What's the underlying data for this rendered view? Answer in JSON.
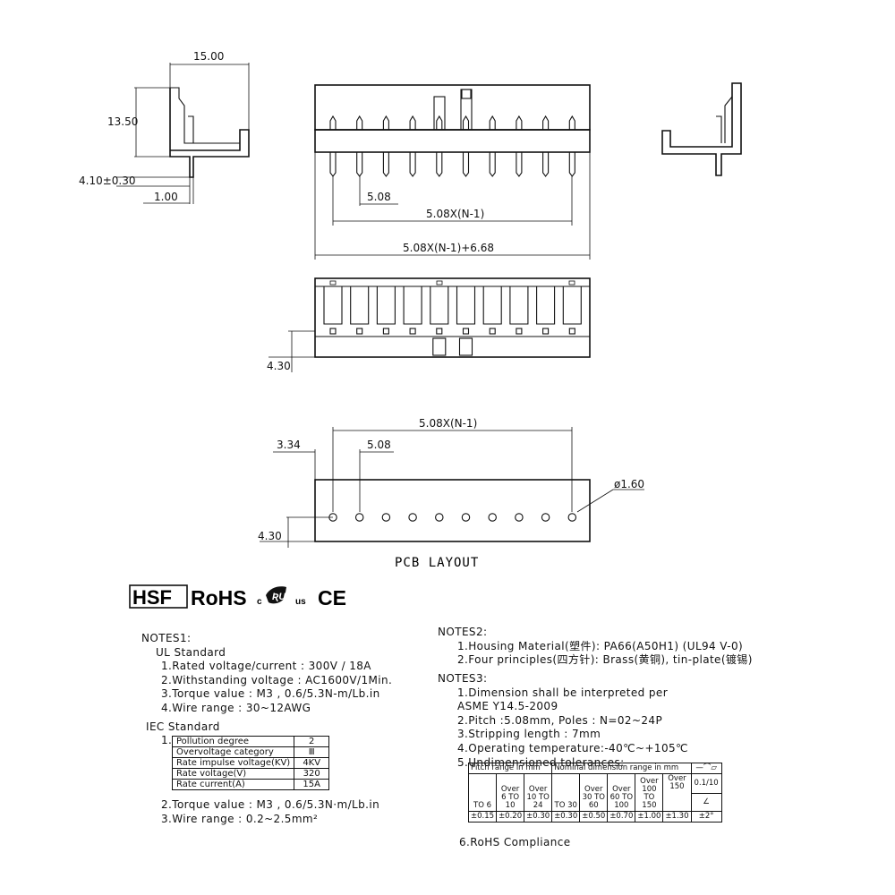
{
  "dimensions": {
    "width": "15.00",
    "height": "13.50",
    "pin_length": "4.10±0.30",
    "pin_width": "1.00",
    "pitch": "5.08",
    "span": "5.08X(N-1)",
    "overall": "5.08X(N-1)+6.68",
    "bottom_offset": "4.30",
    "pcb_edge": "3.34",
    "pcb_pitch": "5.08",
    "pcb_span": "5.08X(N-1)",
    "pcb_bottom": "4.30",
    "hole": "ø1.60"
  },
  "pcb_layout_label": "PCB LAYOUT",
  "certifications": {
    "hsf": "HSF",
    "rohs": "RoHS",
    "ul_c": "c",
    "ul_us": "us",
    "ce": "CE"
  },
  "notes1": {
    "title": "NOTES1:",
    "ul_title": "UL Standard",
    "ul_items": [
      "1.Rated voltage/current : 300V / 18A",
      "2.Withstanding voltage : AC1600V/1Min.",
      "3.Torque value : M3 , 0.6/5.3N-m/Lb.in",
      "4.Wire range : 30~12AWG"
    ],
    "iec_title": "IEC Standard",
    "iec_num": "1.",
    "iec_table": [
      {
        "label": "Pollution degree",
        "value": "2"
      },
      {
        "label": "Overvoltage category",
        "value": "Ⅲ"
      },
      {
        "label": "Rate impulse voltage(KV)",
        "value": "4KV"
      },
      {
        "label": "Rate voltage(V)",
        "value": "320"
      },
      {
        "label": "Rate current(A)",
        "value": "15A"
      }
    ],
    "iec_items": [
      "2.Torque value : M3 , 0.6/5.3N·m/Lb.in",
      "3.Wire range : 0.2~2.5mm²"
    ]
  },
  "notes2": {
    "title": "NOTES2:",
    "items": [
      "1.Housing Material(塑件): PA66(A50H1) (UL94 V-0)",
      "2.Four principles(四方针): Brass(黄铜), tin-plate(镀锡)"
    ]
  },
  "notes3": {
    "title": "NOTES3:",
    "items": [
      "1.Dimension shall be interpreted per",
      "ASME Y14.5-2009",
      "2.Pitch :5.08mm, Poles : N=02~24P",
      "3.Stripping length : 7mm",
      "4.Operating temperature:-40℃~+105℃",
      "5.Undimensioned tolerances:"
    ],
    "last": "6.RoHS Compliance"
  },
  "tolerance_table": {
    "pitch_header": "Pitch range in mm",
    "nominal_header": "Nominal dimension range in mm",
    "symbols": "—⌒▱",
    "ranges": [
      "TO 6",
      "Over 6 TO 10",
      "Over 10 TO 24",
      "TO 30",
      "Over 30 TO 60",
      "Over 60 TO 100",
      "Over 100 TO 150",
      "Over 150"
    ],
    "tolerances": [
      "±0.15",
      "±0.20",
      "±0.30",
      "±0.30",
      "±0.50",
      "±0.70",
      "±1.00",
      "±1.30"
    ],
    "flat_tol": "0.1/10",
    "angle_symbol": "∠",
    "angle_tol": "±2°"
  }
}
